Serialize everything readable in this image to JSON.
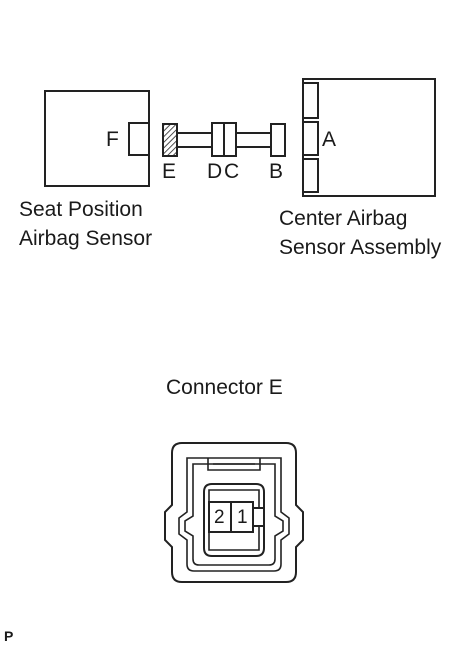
{
  "diagram": {
    "components": {
      "seat_sensor": {
        "line1": "Seat Position",
        "line2": "Airbag Sensor"
      },
      "center_assembly": {
        "line1": "Center Airbag",
        "line2": "Sensor Assembly"
      }
    },
    "connector_letters": {
      "f": "F",
      "e": "E",
      "d": "D",
      "c": "C",
      "b": "B",
      "a": "A"
    },
    "connector_view": {
      "title": "Connector E",
      "pins": [
        "2",
        "1"
      ]
    },
    "corner_mark": "P"
  }
}
